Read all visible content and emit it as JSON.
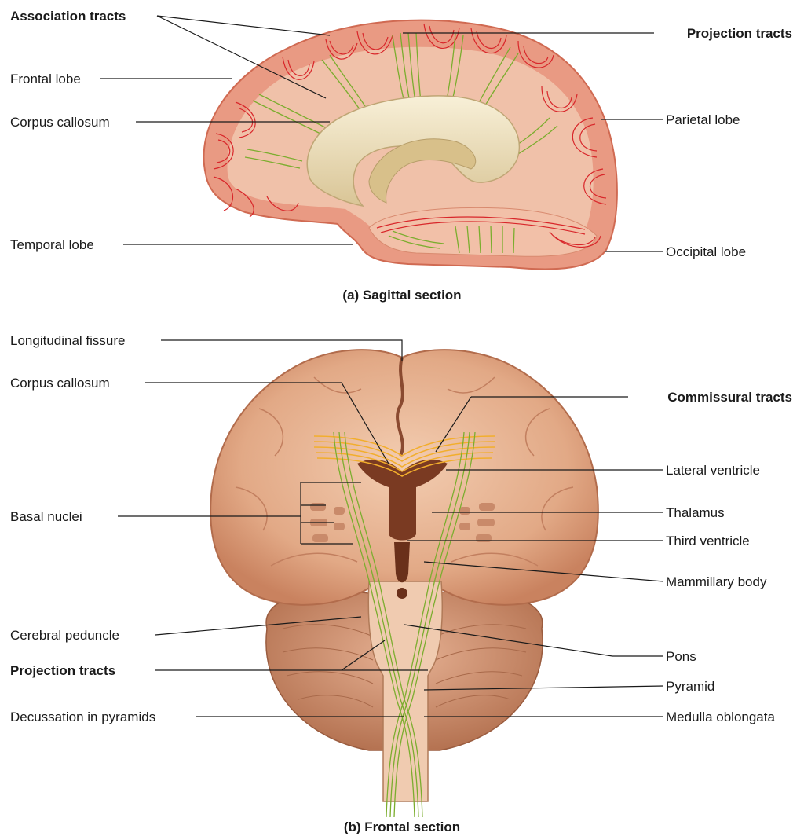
{
  "sagittal": {
    "caption": "(a) Sagittal section",
    "labels": {
      "association_tracts": "Association tracts",
      "frontal_lobe": "Frontal lobe",
      "corpus_callosum": "Corpus callosum",
      "temporal_lobe": "Temporal lobe",
      "projection_tracts": "Projection tracts",
      "parietal_lobe": "Parietal lobe",
      "occipital_lobe": "Occipital lobe"
    }
  },
  "frontal": {
    "caption": "(b) Frontal section",
    "labels": {
      "longitudinal_fissure": "Longitudinal fissure",
      "corpus_callosum": "Corpus callosum",
      "basal_nuclei": "Basal nuclei",
      "cerebral_peduncle": "Cerebral peduncle",
      "projection_tracts": "Projection tracts",
      "decussation": "Decussation in pyramids",
      "commissural_tracts": "Commissural tracts",
      "lateral_ventricle": "Lateral ventricle",
      "thalamus": "Thalamus",
      "third_ventricle": "Third ventricle",
      "mammillary_body": "Mammillary body",
      "pons": "Pons",
      "pyramid": "Pyramid",
      "medulla_oblongata": "Medulla oblongata"
    }
  },
  "colors": {
    "association_tracts": "#d8262a",
    "projection_tracts": "#7bad2e",
    "commissural_tracts": "#f2ae2c",
    "cortex": "#e99a83",
    "brain_tissue": "#dca07f"
  }
}
